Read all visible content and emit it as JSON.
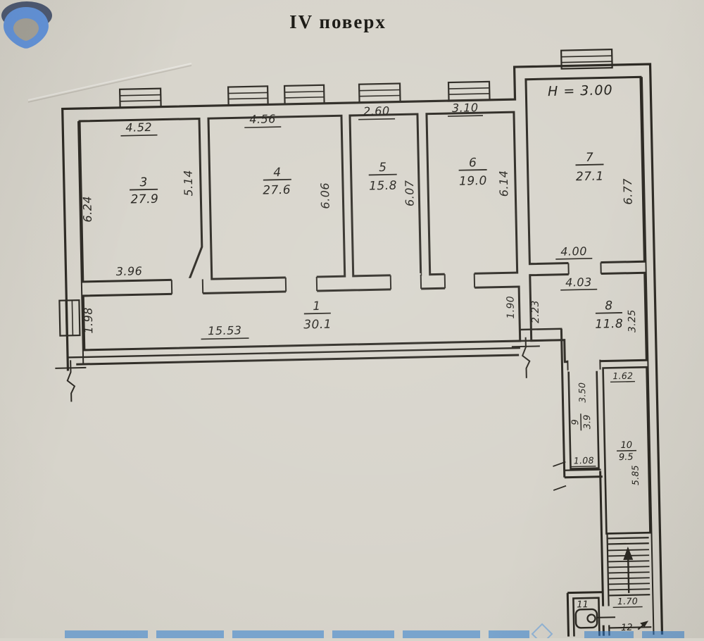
{
  "page": {
    "title": "IV поверх"
  },
  "colors": {
    "paper": "#d7d4cb",
    "ink": "#2b2822",
    "logo_blue": "#6495dc",
    "logo_dark": "#4e5a73",
    "watermark_blue": "#2f7fd4"
  },
  "plan": {
    "height_note": "H = 3.00",
    "rooms": {
      "r1": {
        "number": "1",
        "area": "30.1"
      },
      "r3": {
        "number": "3",
        "area": "27.9"
      },
      "r4": {
        "number": "4",
        "area": "27.6"
      },
      "r5": {
        "number": "5",
        "area": "15.8"
      },
      "r6": {
        "number": "6",
        "area": "19.0"
      },
      "r7": {
        "number": "7",
        "area": "27.1"
      },
      "r8": {
        "number": "8",
        "area": "11.8"
      },
      "r9": {
        "number": "9",
        "area": "3.9"
      },
      "r10": {
        "number": "10",
        "area": "9.5"
      },
      "r11": {
        "number": "11"
      },
      "r12": {
        "number": "12"
      }
    },
    "dims": {
      "r3_top": "4.52",
      "r3_left": "6.24",
      "r3_right": "5.14",
      "r3_bottom": "3.96",
      "r4_top": "4.56",
      "r4_right": "6.06",
      "r5_top": "2.60",
      "r5_right": "6.07",
      "r6_top": "3.10",
      "r6_right": "6.14",
      "r7_right": "6.77",
      "r7_bottom": "4.00",
      "c_left": "1.98",
      "c_bottom": "15.53",
      "c_right": "1.90",
      "r8_top": "4.03",
      "r8_left": "2.23",
      "r8_right": "3.25",
      "r9_left": "3.50",
      "r9_bottom": "1.08",
      "r10_top": "1.62",
      "r10_right": "5.85",
      "stairs_width": "1.70"
    }
  }
}
